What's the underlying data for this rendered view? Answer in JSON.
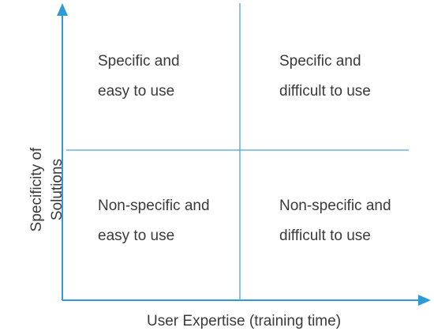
{
  "colors": {
    "axis": "#2e9bd6",
    "grid": "#4aa3d8",
    "text": "#3a3a3a"
  },
  "quadrants": {
    "top_left": {
      "line1": "Specific and",
      "line2": "easy to use"
    },
    "top_right": {
      "line1": "Specific and",
      "line2": "difficult to use"
    },
    "bottom_left": {
      "line1": "Non-specific and",
      "line2": "easy to use"
    },
    "bottom_right": {
      "line1": "Non-specific and",
      "line2": "difficult to use"
    }
  },
  "axes": {
    "x_label": "User Expertise (training time)",
    "y_label_line1": "Specificity of",
    "y_label_line2": "Solutions"
  }
}
